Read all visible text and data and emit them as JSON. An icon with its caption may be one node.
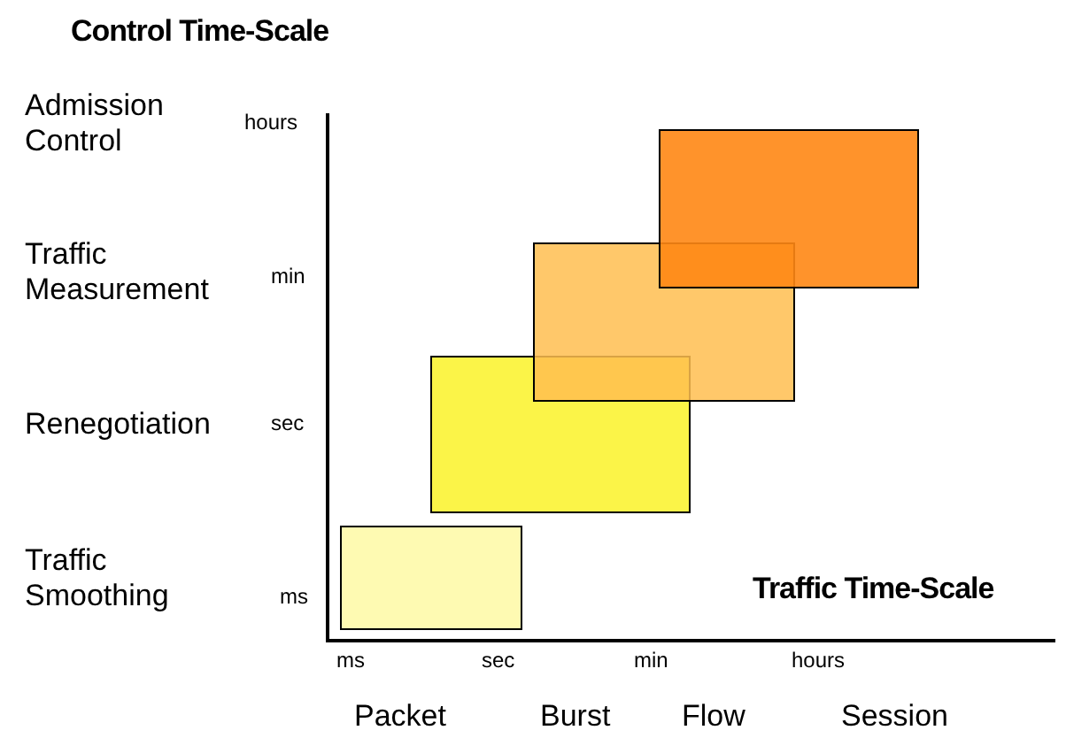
{
  "diagram": {
    "nodes": [
      {
        "text": [],
        "shape": "box"
      },
      {
        "text": [],
        "shape": "box"
      },
      {
        "text": [],
        "shape": "box"
      },
      {
        "text": [],
        "shape": "box"
      }
    ],
    "edges": [],
    "labels": [
      "Control Time-Scale",
      "Admission Control",
      "hours",
      "Traffic Measurement",
      "min",
      "Renegotiation",
      "sec",
      "Traffic Smoothing",
      "Traffic Time-Scale",
      "ms",
      "ms",
      "sec",
      "min",
      "hours",
      "Packet",
      "Burst",
      "Flow",
      "Session"
    ]
  }
}
